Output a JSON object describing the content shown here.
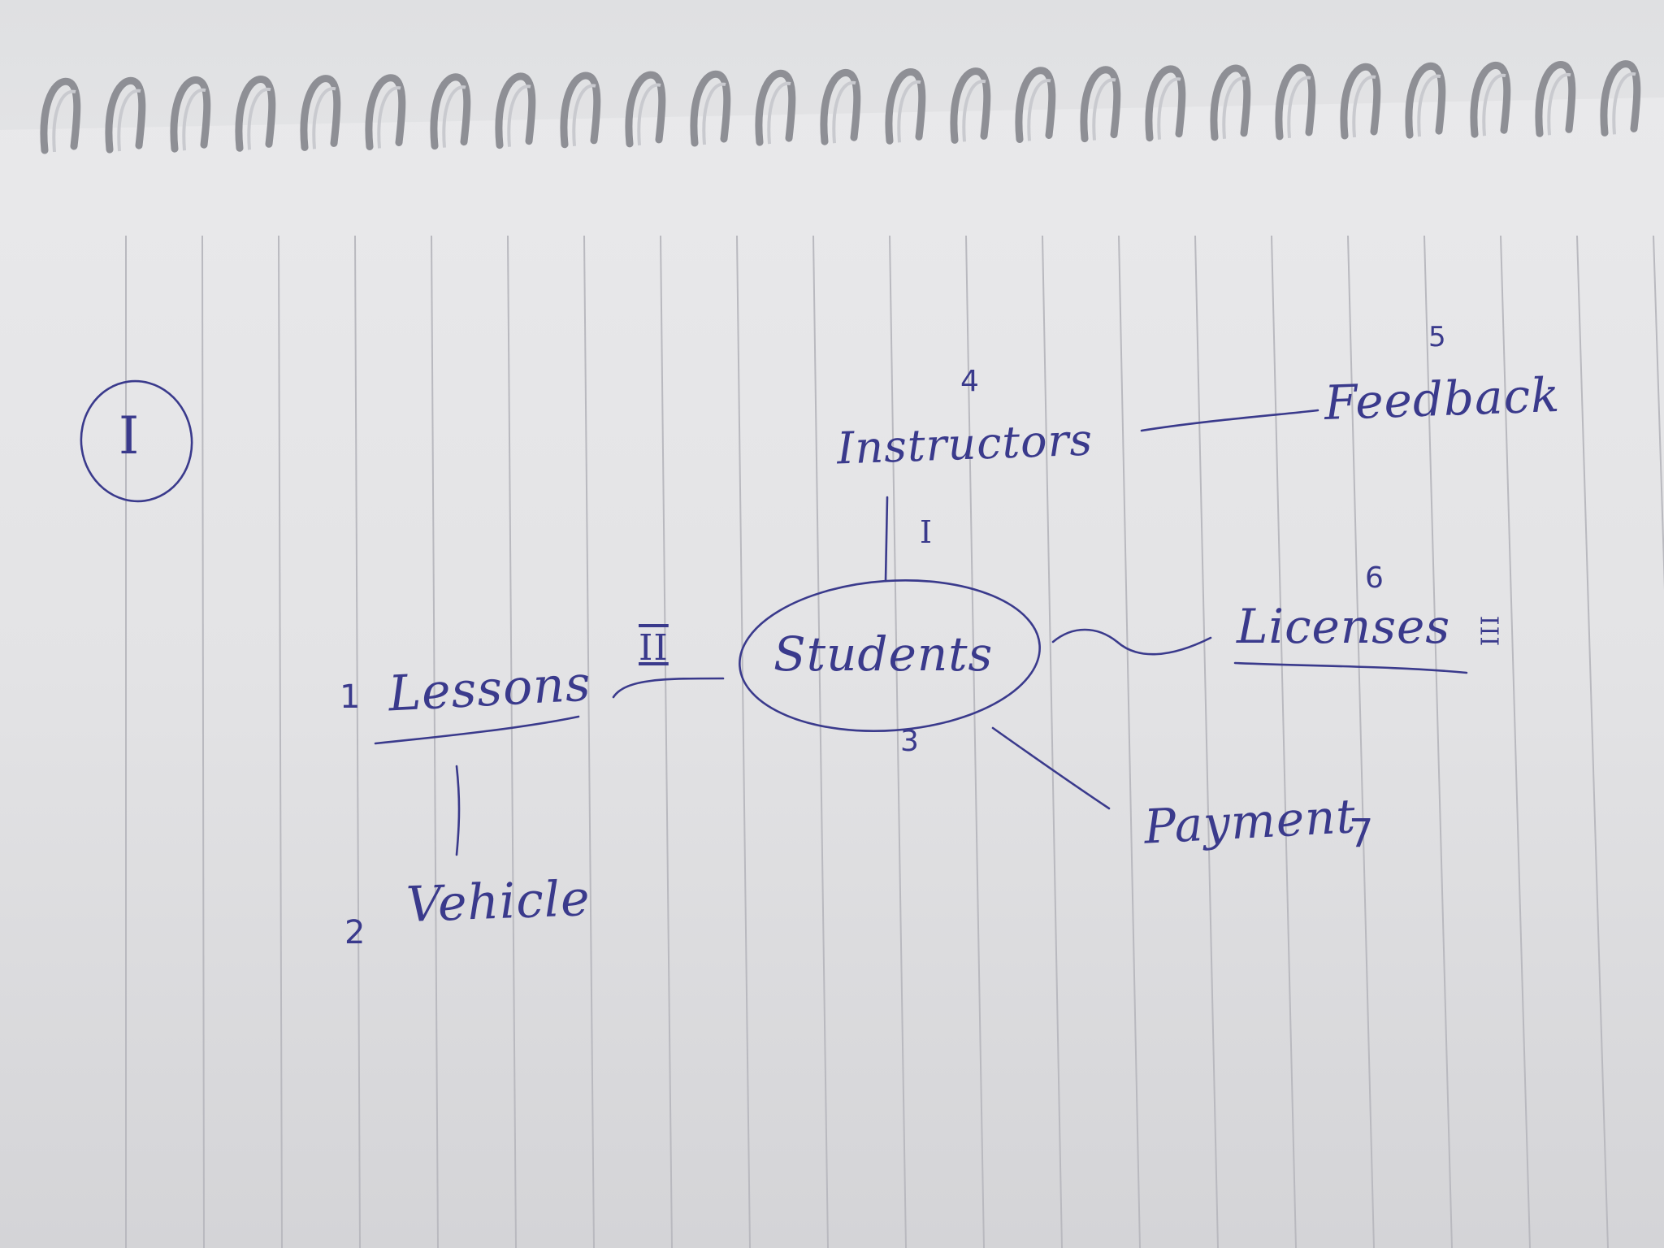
{
  "page": {
    "paper_color": "#e4e4e6",
    "rule_color": "#b9b9bf",
    "ink_color": "#3a3a8c",
    "binding_color": "#8e8f95"
  },
  "diagram": {
    "section_marker": "I",
    "nodes": {
      "lessons": {
        "label": "Lessons",
        "number": "1"
      },
      "vehicle": {
        "label": "Vehicle",
        "number": "2"
      },
      "students": {
        "label": "Students",
        "number": "3"
      },
      "instructors": {
        "label": "Instructors",
        "number": "4"
      },
      "feedback": {
        "label": "Feedback",
        "number": "5"
      },
      "licenses": {
        "label": "Licenses",
        "number": "6"
      },
      "payment": {
        "label": "Payment",
        "number": "7"
      }
    },
    "edges": [
      {
        "from": "lessons",
        "to": "vehicle",
        "label": ""
      },
      {
        "from": "lessons",
        "to": "students",
        "label": "II"
      },
      {
        "from": "instructors",
        "to": "students",
        "label": "I"
      },
      {
        "from": "instructors",
        "to": "feedback",
        "label": ""
      },
      {
        "from": "students",
        "to": "licenses",
        "label": ""
      },
      {
        "from": "students",
        "to": "payment",
        "label": ""
      }
    ],
    "licenses_mark": "III"
  }
}
